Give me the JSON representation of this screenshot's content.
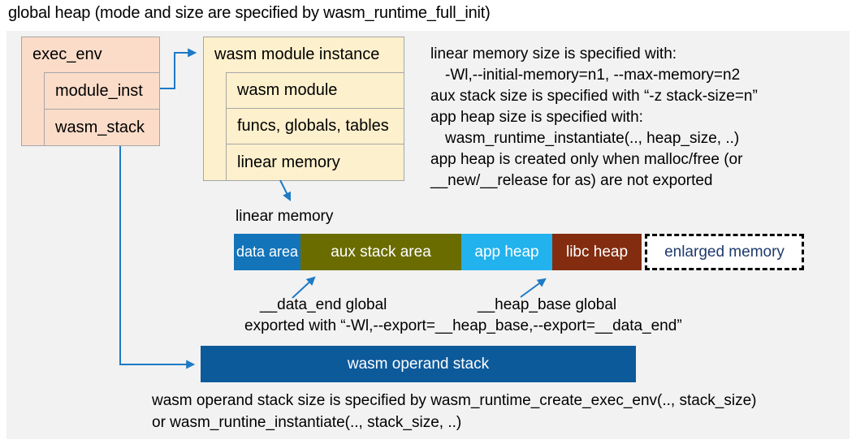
{
  "title": "global heap (mode and size are specified by wasm_runtime_full_init)",
  "exec_env": {
    "header": "exec_env",
    "rows": [
      "module_inst",
      "wasm_stack"
    ]
  },
  "module_instance": {
    "header": "wasm module instance",
    "rows": [
      "wasm module",
      "funcs, globals, tables",
      "linear memory"
    ]
  },
  "notes": {
    "lines": [
      "linear memory size is specified with:",
      "-Wl,--initial-memory=n1, --max-memory=n2",
      "aux stack size is specified with “-z stack-size=n”",
      "app heap size is specified with:",
      "wasm_runtime_instantiate(.., heap_size, ..)",
      "app heap is created only when malloc/free (or",
      "__new/__release for as) are not exported"
    ]
  },
  "linear_memory": {
    "label": "linear memory",
    "segments": [
      {
        "label": "data area",
        "color": "#1374ba"
      },
      {
        "label": "aux stack area",
        "color": "#6a6c00"
      },
      {
        "label": "app heap",
        "color": "#22b2ed"
      },
      {
        "label": "libc heap",
        "color": "#832c10"
      }
    ],
    "enlarged": {
      "label": "enlarged memory",
      "text_color": "#1e3a6e"
    }
  },
  "annotations": {
    "data_end": "__data_end global",
    "heap_base": "__heap_base global",
    "exported": "exported with “-Wl,--export=__heap_base,--export=__data_end”"
  },
  "operand_stack": {
    "label": "wasm operand stack",
    "color": "#0d5a9b",
    "note_lines": [
      "wasm operand stack size is specified by wasm_runtime_create_exec_env(.., stack_size)",
      "or wasm_runtine_instantiate(.., stack_size, ..)"
    ]
  },
  "colors": {
    "panel_bg": "#f2f2f2",
    "box_peach": "#fbdcc8",
    "box_cream": "#fdf0cc",
    "box_border": "#a6a6a6",
    "arrow": "#1e7ac5"
  }
}
